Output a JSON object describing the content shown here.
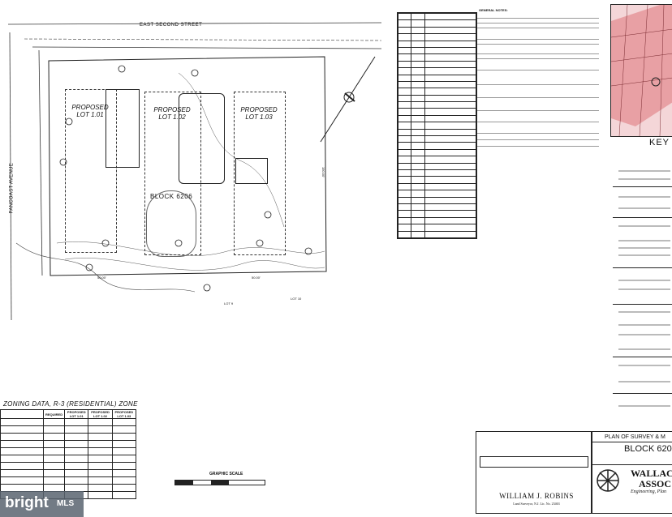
{
  "plan": {
    "street_label": "EAST SECOND STREET",
    "avenue_label": "PANCOAST AVENUE",
    "block_label": "BLOCK 6206",
    "lots": [
      {
        "title": "PROPOSED",
        "lot": "LOT 1.01"
      },
      {
        "title": "PROPOSED",
        "lot": "LOT 1.02"
      },
      {
        "title": "PROPOSED",
        "lot": "LOT 1.03"
      }
    ],
    "lot_bottom_labels": [
      "LOT 9",
      "LOT 10"
    ],
    "dimension_labels": [
      "50.00'",
      "50.00'",
      "150.00'"
    ]
  },
  "notes": {
    "heading": "GENERAL NOTES:"
  },
  "key_map": {
    "title": "KEY"
  },
  "zoning": {
    "title": "ZONING DATA, R-3 (RESIDENTIAL) ZONE",
    "headers": [
      "",
      "REQUIRED",
      "PROPOSED LOT 1.01",
      "PROPOSED LOT 1.02",
      "PROPOSED LOT 1.03"
    ]
  },
  "scale": {
    "label": "GRAPHIC SCALE"
  },
  "title_block": {
    "plan_title": "PLAN OF SURVEY & M",
    "block": "BLOCK 620",
    "surveyor_name": "WILLIAM J. ROBINS",
    "surveyor_sub": "Land Surveyor, N.J. Lic. No. 23463",
    "firm_line1": "WALLAC",
    "firm_line2": "ASSOC",
    "firm_sub": "Engineering, Plan"
  },
  "watermark": {
    "text": "bright",
    "suffix": "MLS"
  },
  "colors": {
    "map_pink": "#e8a0a4",
    "watermark_bg": "#5a6470",
    "line": "#222222"
  }
}
